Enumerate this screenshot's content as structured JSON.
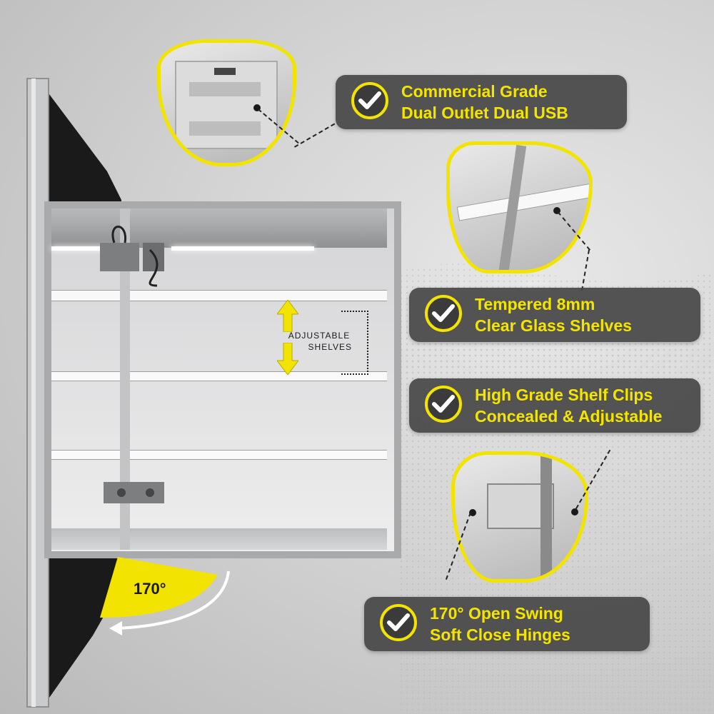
{
  "features": [
    {
      "line1": "Commercial Grade",
      "line2": "Dual Outlet Dual USB"
    },
    {
      "line1": "Tempered 8mm",
      "line2": "Clear Glass Shelves"
    },
    {
      "line1": "High Grade Shelf Clips",
      "line2": "Concealed & Adjustable"
    },
    {
      "line1": "170° Open Swing",
      "line2": "Soft Close Hinges"
    }
  ],
  "shelves_label": {
    "line1": "ADJUSTABLE",
    "line2": "SHELVES"
  },
  "swing_angle": "170°",
  "colors": {
    "accent": "#f2e400",
    "pill_bg": "#464646",
    "frame": "#a9aaac"
  },
  "icons": [
    "check-icon",
    "up-arrow-icon",
    "down-arrow-icon",
    "curved-arrow-icon"
  ]
}
